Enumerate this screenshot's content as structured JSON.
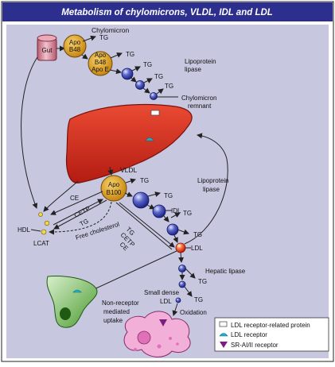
{
  "title": "Metabolism of chylomicrons, VLDL, IDL and LDL",
  "colors": {
    "title_bar": "#2d2f8f",
    "panel_bg": "#c7c7e0",
    "liver": "#d62e1f",
    "particle_gold": "#e0a11f",
    "particle_blue": "#2f3da0",
    "ldl_receptor": "#1fb0c8",
    "sr_receptor": "#7a1f7e",
    "macrophage_green": "#5aa23a",
    "oxidized_pink": "#f2b0d8"
  },
  "labels": {
    "gut": "Gut",
    "chylomicron": "Chylomicron",
    "apo_b48": [
      "Apo",
      "B48"
    ],
    "apo_b48_e": [
      "Apo",
      "B48",
      "Apo E"
    ],
    "tg": "TG",
    "lipoprotein_lipase_1": [
      "Lipoprotein",
      "lipase"
    ],
    "chylomicron_remnant": [
      "Chylomicron",
      "remnant"
    ],
    "vldl": "VLDL",
    "apo_b100": [
      "Apo",
      "B100"
    ],
    "lipoprotein_lipase_2": [
      "Lipoprotein",
      "lipase"
    ],
    "idl": "IDL",
    "ldl": "LDL",
    "hdl": "HDL",
    "lcat": "LCAT",
    "ce": "CE",
    "cetp": "CETP",
    "free_cholesterol": "Free cholesterol",
    "hepatic_lipase": "Hepatic lipase",
    "small_dense_ldl": [
      "Small dense",
      "LDL"
    ],
    "oxidation": "Oxidation",
    "non_receptor_uptake": [
      "Non-receptor",
      "mediated",
      "uptake"
    ]
  },
  "legend": [
    {
      "icon": "white-rect",
      "label": "LDL receptor-related protein"
    },
    {
      "icon": "cyan-receptor",
      "label": "LDL receptor"
    },
    {
      "icon": "purple-triangle",
      "label": "SR-AI/II receptor"
    }
  ]
}
